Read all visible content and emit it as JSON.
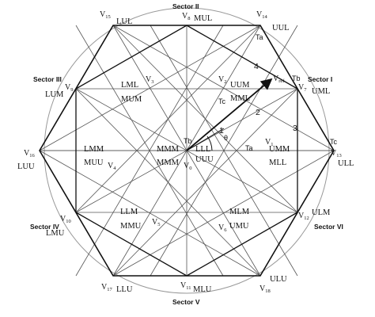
{
  "sectors": {
    "s1": "Sector I",
    "s2": "Sector II",
    "s3": "Sector III",
    "s4": "Sector IV",
    "s5": "Sector V",
    "s6": "Sector VI"
  },
  "outer_vectors": {
    "v13": {
      "label": "ULL",
      "sub": "13"
    },
    "v14": {
      "label": "UUL",
      "sub": "14"
    },
    "v15": {
      "label": "LUL",
      "sub": "15"
    },
    "v16": {
      "label": "LUU",
      "sub": "16"
    },
    "v17": {
      "label": "LLU",
      "sub": "17"
    },
    "v18": {
      "label": "ULU",
      "sub": "18"
    }
  },
  "mid_vectors": {
    "v7": {
      "label": "UML",
      "sub": "7"
    },
    "v8": {
      "label": "MUL",
      "sub": "8"
    },
    "v9": {
      "label": "LUM",
      "sub": "9"
    },
    "v10": {
      "label": "LMU",
      "sub": "10"
    },
    "v11": {
      "label": "MLU",
      "sub": "11"
    },
    "v12": {
      "label": "ULM",
      "sub": "12"
    }
  },
  "inner_vectors": {
    "v1": {
      "sub": "1",
      "pair": [
        "UMM",
        "MLL"
      ]
    },
    "v2": {
      "sub": "2",
      "pair": [
        "UUM",
        "MML"
      ]
    },
    "v3": {
      "sub": "3",
      "pair": [
        "MUM",
        "LML"
      ]
    },
    "v4": {
      "sub": "4",
      "pair": [
        "MUU",
        "LMM"
      ]
    },
    "v5": {
      "sub": "5",
      "pair": [
        "MMU",
        "LLM"
      ]
    },
    "v6": {
      "sub": "6",
      "pair": [
        "UMU",
        "MLM"
      ]
    }
  },
  "zero_vector": {
    "sub": "0",
    "labels": [
      "MMM",
      "MMM",
      "LLL",
      "UUU"
    ]
  },
  "vector_symbol": "V",
  "reference": {
    "label": "V",
    "sub": "ref",
    "angle": "θ"
  },
  "regions": [
    "1",
    "2",
    "3",
    "4"
  ],
  "timing_labels": {
    "ta": "Ta",
    "tb": "Tb",
    "tc": "Tc"
  }
}
